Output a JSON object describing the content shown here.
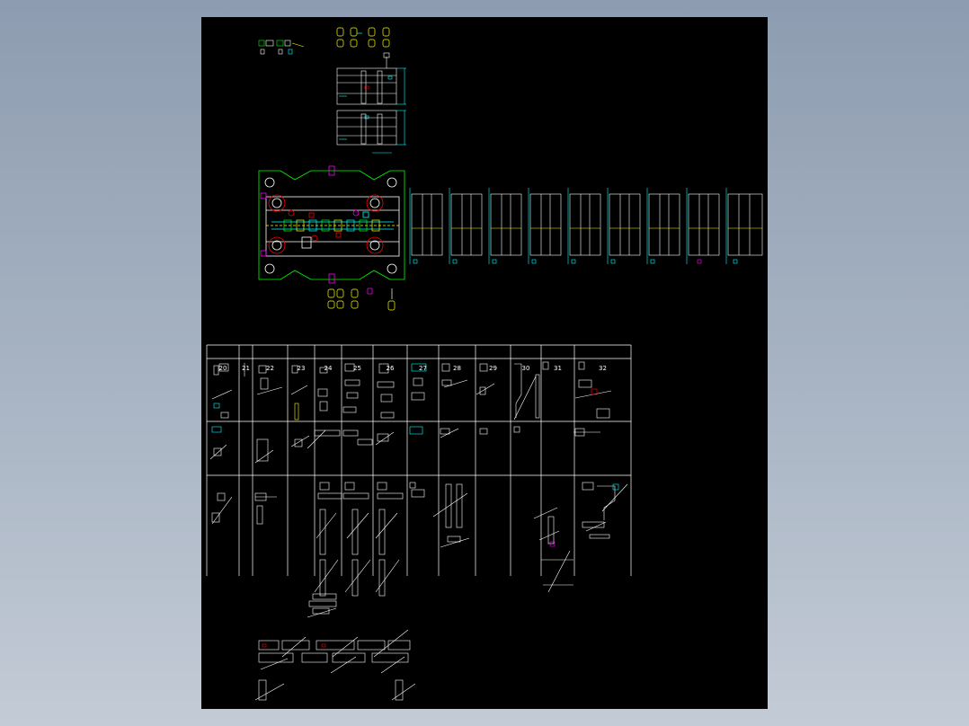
{
  "drawing": {
    "table_headers": [
      "20",
      "21",
      "22",
      "23",
      "24",
      "25",
      "26",
      "27",
      "28",
      "29",
      "30",
      "31",
      "32"
    ]
  },
  "colors": {
    "background": "#000000",
    "line": "#ffffff",
    "outline": "#00ff00",
    "dimension": "#00ffff",
    "highlight": "#ffff00",
    "marker": "#ff0000",
    "accent": "#ff00ff"
  }
}
